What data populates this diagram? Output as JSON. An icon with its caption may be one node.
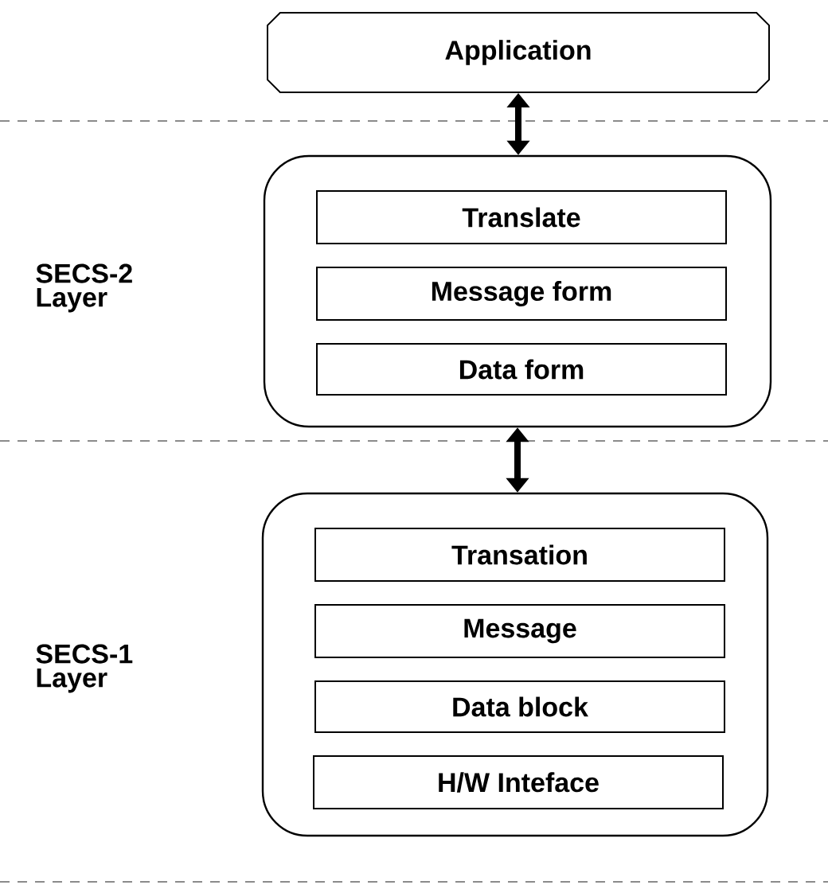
{
  "diagram": {
    "nodes": [
      {
        "text": [
          "Application"
        ]
      },
      {
        "text": [],
        "shape": "box"
      },
      {
        "text": [
          "Translate"
        ],
        "in": 1
      },
      {
        "text": [
          "Message form"
        ],
        "in": 1
      },
      {
        "text": [
          "Data form"
        ],
        "in": 1
      },
      {
        "text": [],
        "shape": "box"
      },
      {
        "text": [
          "Transation"
        ],
        "in": 5
      },
      {
        "text": [
          "Message"
        ],
        "in": 5
      },
      {
        "text": [
          "Data block"
        ],
        "in": 5
      },
      {
        "text": [
          "H/W Inteface"
        ],
        "in": 5
      }
    ],
    "edges": [
      {
        "from": 0,
        "to": 1,
        "arrow": "both"
      },
      {
        "from": 1,
        "to": 5,
        "arrow": "both"
      }
    ],
    "labels": [
      "SECS-2 Layer",
      "SECS-1 Layer"
    ]
  }
}
